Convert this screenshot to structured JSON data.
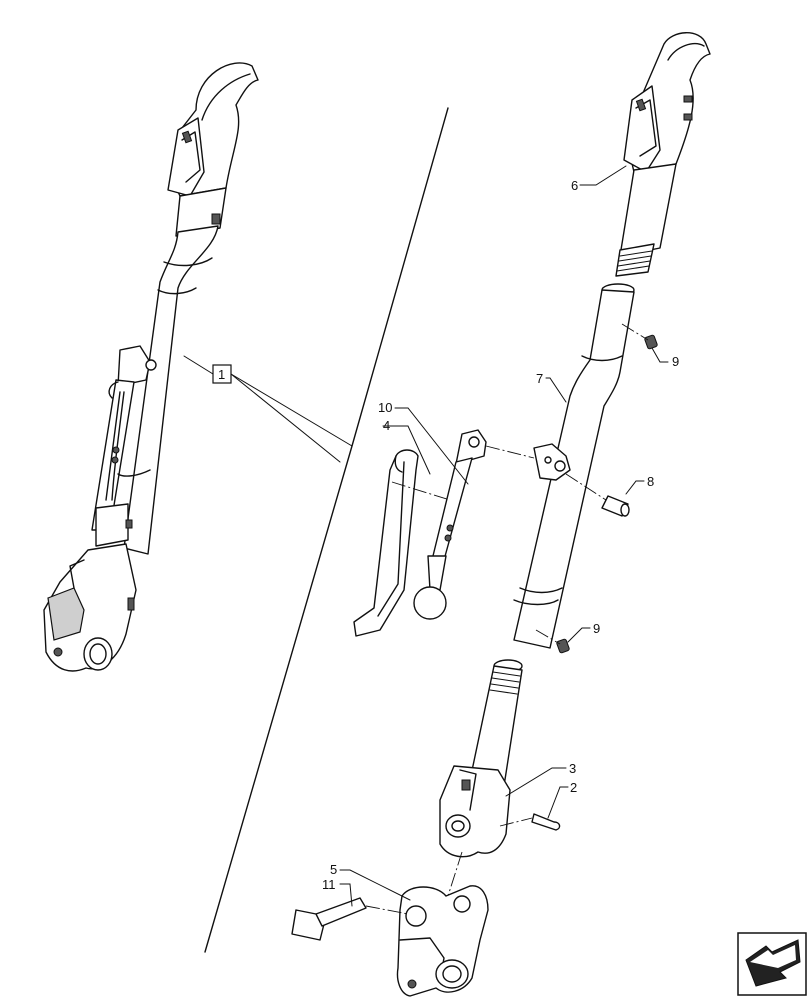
{
  "callouts": {
    "assembly": "1",
    "c2": "2",
    "c3": "3",
    "c4": "4",
    "c5": "5",
    "c6": "6",
    "c7": "7",
    "c8": "8",
    "c9a": "9",
    "c9b": "9",
    "c10": "10",
    "c11": "11"
  },
  "icons": {
    "nav": "previous-page-arrow-icon"
  }
}
